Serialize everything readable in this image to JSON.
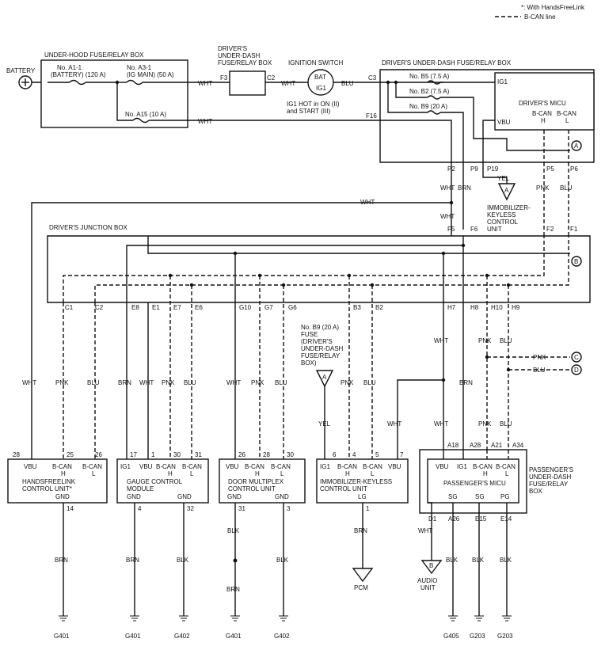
{
  "legend": {
    "handsfree_note": "*: With HandsFreeLink",
    "bcan_line": "B-CAN line"
  },
  "battery": "BATTERY",
  "underhood": {
    "title": "UNDER-HOOD FUSE/RELAY BOX",
    "fuse_a1_1": "No. A1-1",
    "fuse_a1_1_desc": "(BATTERY) (120 A)",
    "fuse_a3_1": "No. A3-1",
    "fuse_a3_1_desc": "(IG MAIN) (50 A)",
    "fuse_a15": "No. A15 (10 A)"
  },
  "dash_box_small": {
    "title1": "DRIVER'S",
    "title2": "UNDER-DASH",
    "title3": "FUSE/RELAY BOX",
    "f3": "F3",
    "c2": "C2"
  },
  "ignition": {
    "title": "IGNITION SWITCH",
    "bat": "BAT",
    "ig1": "IG1",
    "note1": "IG1 HOT in ON (II)",
    "note2": "and START (III)"
  },
  "dash_box": {
    "title": "DRIVER'S UNDER-DASH FUSE/RELAY BOX",
    "c3": "C3",
    "f16": "F16",
    "fuse_b5": "No. B5 (7.5 A)",
    "fuse_b2": "No. B2 (7.5 A)",
    "fuse_b9": "No. B9 (20 A)"
  },
  "micu": {
    "title": "DRIVER'S MICU",
    "ig1": "IG1",
    "vbu": "VBU",
    "bcan_h": "B-CAN",
    "h": "H",
    "bcan_l": "B-CAN",
    "l": "L"
  },
  "dash_pins": {
    "p2": "P2",
    "p9": "P9",
    "p19": "P19",
    "p5": "P5",
    "p6": "P6"
  },
  "immob_ref": {
    "line1": "IMMOBILIZER-",
    "line2": "KEYLESS",
    "line3": "CONTROL",
    "line4": "UNIT"
  },
  "junction": {
    "title": "DRIVER'S JUNCTION BOX",
    "f5": "F5",
    "f6": "F6",
    "f2": "F2",
    "f1": "F1",
    "c1": "C1",
    "c2": "C2",
    "e8": "E8",
    "e1": "E1",
    "e7": "E7",
    "e6": "E6",
    "g10": "G10",
    "g7": "G7",
    "g6": "G6",
    "b3": "B3",
    "b2": "B2",
    "h7": "H7",
    "h8": "H8",
    "h10": "H10",
    "h9": "H9"
  },
  "fuse_ref": {
    "line1": "No. B9 (20 A)",
    "line2": "FUSE",
    "line3": "(DRIVER'S",
    "line4": "UNDER-DASH",
    "line5": "FUSE/RELAY",
    "line6": "BOX)"
  },
  "colors": {
    "wht": "WHT",
    "blu": "BLU",
    "yel": "YEL",
    "brn": "BRN",
    "pnk": "PNK",
    "blk": "BLK"
  },
  "connectors": {
    "a": "A",
    "b": "B",
    "c": "C",
    "d": "D"
  },
  "hfl": {
    "name1": "HANDSFREELINK",
    "name2": "CONTROL UNIT*",
    "vbu": "VBU",
    "bcan_h": "B-CAN",
    "h": "H",
    "bcan_l": "B-CAN",
    "l": "L",
    "gnd": "GND",
    "pin_28": "28",
    "pin_25": "25",
    "pin_26": "26",
    "pin_14": "14"
  },
  "gauge": {
    "name1": "GAUGE CONTROL",
    "name2": "MODULE",
    "ig1": "IG1",
    "vbu": "VBU",
    "bcan_h": "B-CAN",
    "h": "H",
    "bcan_l": "B-CAN",
    "l": "L",
    "gnd1": "GND",
    "gnd2": "GND",
    "pin_17": "17",
    "pin_1": "1",
    "pin_30": "30",
    "pin_31": "31",
    "pin_4": "4",
    "pin_32": "32"
  },
  "door": {
    "name1": "DOOR MULTIPLEX",
    "name2": "CONTROL UNIT",
    "vbu": "VBU",
    "bcan_h": "B-CAN",
    "h": "H",
    "bcan_l": "B-CAN",
    "l": "L",
    "gnd1": "GND",
    "gnd2": "GND",
    "pin_26": "26",
    "pin_28": "28",
    "pin_30": "30",
    "pin_31": "31",
    "pin_3": "3"
  },
  "immob": {
    "name": "IMMOBILIZER-KEYLESS",
    "name2": "CONTROL UNIT",
    "ig1": "IG1",
    "bcan_h": "B-CAN",
    "h": "H",
    "bcan_l": "B-CAN",
    "l": "L",
    "vbu": "VBU",
    "lg": "LG",
    "pin_6": "6",
    "pin_4": "4",
    "pin_5": "5",
    "pin_7": "7",
    "pin_1": "1"
  },
  "pass_box": {
    "title1": "PASSENGER'S",
    "title2": "UNDER-DASH",
    "title3": "FUSE/RELAY",
    "title4": "BOX",
    "a18": "A18",
    "a28": "A28",
    "a21": "A21",
    "a34": "A34",
    "d1": "D1",
    "a26": "A26",
    "e15": "E15",
    "e14": "E14"
  },
  "pass_micu": {
    "title": "PASSENGER'S MICU",
    "vbu": "VBU",
    "ig1": "IG1",
    "bcan_h": "B-CAN",
    "h": "H",
    "bcan_l": "B-CAN",
    "l": "L",
    "sg1": "SG",
    "sg2": "SG",
    "pg": "PG"
  },
  "destinations": {
    "pcm": "PCM",
    "audio1": "AUDIO",
    "audio2": "UNIT"
  },
  "grounds": {
    "g401": "G401",
    "g402": "G402",
    "g405": "G405",
    "g203": "G203"
  }
}
